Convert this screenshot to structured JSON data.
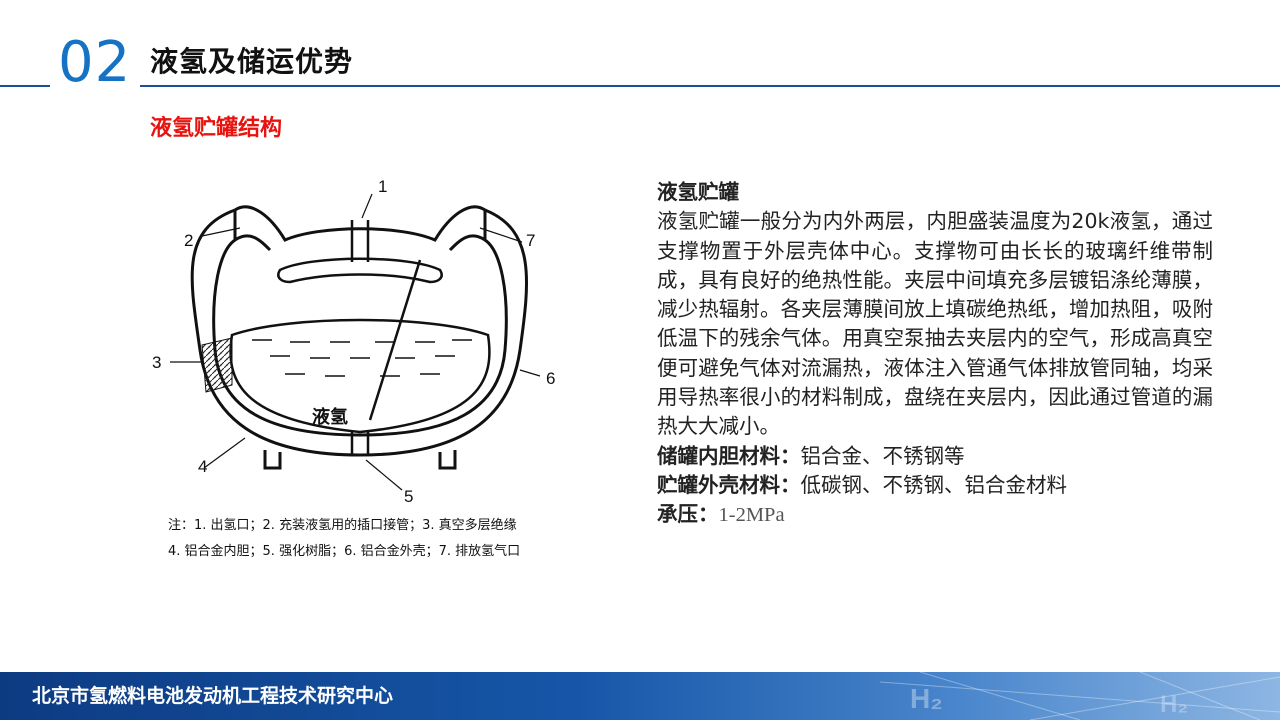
{
  "header": {
    "section_number": "02",
    "title": "液氢及储运优势"
  },
  "subtitle": "液氢贮罐结构",
  "diagram": {
    "callouts": [
      "1",
      "2",
      "3",
      "4",
      "5",
      "6",
      "7"
    ],
    "inner_label": "液氢",
    "notes": [
      "注：1. 出氢口；2. 充装液氢用的插口接管；3. 真空多层绝缘",
      "4. 铝合金内胆；5. 强化树脂；6. 铝合金外壳；7. 排放氢气口"
    ]
  },
  "description": {
    "heading": "液氢贮罐",
    "paragraph": "液氢贮罐一般分为内外两层，内胆盛装温度为20k液氢，通过支撑物置于外层壳体中心。支撑物可由长长的玻璃纤维带制成，具有良好的绝热性能。夹层中间填充多层镀铝涤纶薄膜，减少热辐射。各夹层薄膜间放上填碳绝热纸，增加热阻，吸附低温下的残余气体。用真空泵抽去夹层内的空气，形成高真空便可避免气体对流漏热，液体注入管通气体排放管同轴，均采用导热率很小的材料制成，盘绕在夹层内，因此通过管道的漏热大大减小。",
    "properties": [
      {
        "label": "储罐内胆材料：",
        "value": "铝合金、不锈钢等"
      },
      {
        "label": "贮罐外壳材料：",
        "value": "低碳钢、不锈钢、铝合金材料"
      },
      {
        "label": "承压：",
        "value": "1-2MPa"
      }
    ]
  },
  "footer": {
    "organization": "北京市氢燃料电池发动机工程技术研究中心",
    "deco_text": "H₂"
  },
  "colors": {
    "accent_blue": "#1572c4",
    "line_blue": "#1a4f9c",
    "subtitle_red": "#e8120e",
    "footer_blue": "#1656a8"
  }
}
